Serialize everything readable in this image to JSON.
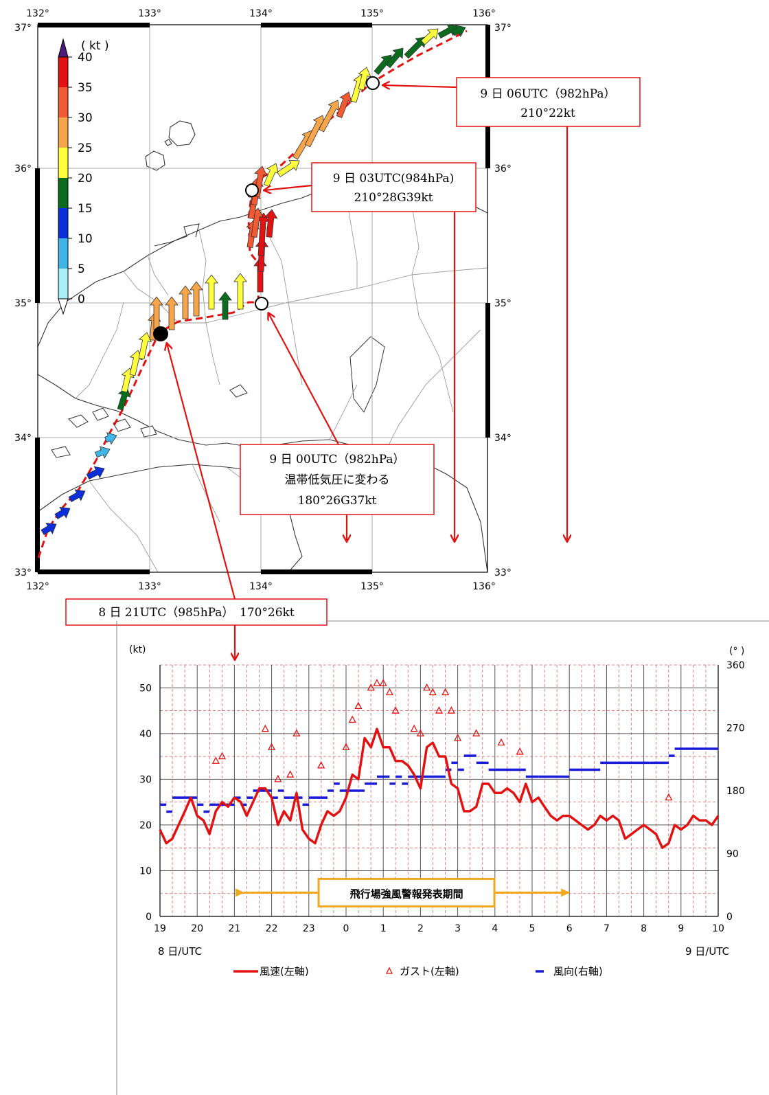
{
  "map": {
    "lon_ticks": [
      "132°",
      "133°",
      "134°",
      "135°",
      "136°"
    ],
    "lat_ticks": [
      "33°",
      "34°",
      "35°",
      "36°",
      "37°"
    ],
    "colorbar": {
      "unit": "( kt )",
      "levels": [
        "0",
        "5",
        "10",
        "15",
        "20",
        "25",
        "30",
        "35",
        "40"
      ],
      "colors": [
        "#a8f0f5",
        "#3fb4e6",
        "#0a2fd9",
        "#0a6b1e",
        "#ffff3d",
        "#f7a54a",
        "#f25a33",
        "#e31212"
      ],
      "over_color": "#4b1a7a",
      "under_color": "#ffffff"
    },
    "annotations": [
      {
        "line1": "9 日 06UTC（982hPa）",
        "line2": "210°22kt"
      },
      {
        "line1": "9 日 03UTC(984hPa)",
        "line2": "210°28G39kt"
      },
      {
        "line1": "9 日 00UTC（982hPa）",
        "line2": "温帯低気圧に変わる",
        "line3": "180°26G37kt"
      },
      {
        "line1": "8 日 21UTC（985hPa）　170°26kt"
      }
    ],
    "track_color": "#e31212"
  },
  "chart_data": {
    "type": "line",
    "x_tick_labels": [
      "19",
      "20",
      "21",
      "22",
      "23",
      "0",
      "1",
      "2",
      "3",
      "4",
      "5",
      "6",
      "7",
      "8",
      "9",
      "10"
    ],
    "ylabel_left": "(kt)",
    "ylabel_right": "(° )",
    "yticks_left": [
      "0",
      "10",
      "20",
      "30",
      "40",
      "50"
    ],
    "yticks_right": [
      "0",
      "90",
      "180",
      "270",
      "360"
    ],
    "ylim_left": [
      0,
      55
    ],
    "ylim_right": [
      0,
      360
    ],
    "x_caption_left": "8 日/UTC",
    "x_caption_right": "9 日/UTC",
    "warning_period_label": "飛行場強風警報発表期間",
    "warning_period": [
      21.25,
      30.0
    ],
    "legend": [
      {
        "name": "風速(左軸)",
        "color": "#e31212"
      },
      {
        "name": "ガスト(左軸)",
        "color": "#e31212"
      },
      {
        "name": "風向(右軸)",
        "color": "#1a1ad9"
      }
    ],
    "series": [
      {
        "name": "風速(左軸)",
        "color": "#e31212",
        "x": [
          19.0,
          19.17,
          19.33,
          19.5,
          19.67,
          19.83,
          20.0,
          20.17,
          20.33,
          20.5,
          20.67,
          20.83,
          21.0,
          21.17,
          21.33,
          21.5,
          21.67,
          21.83,
          22.0,
          22.17,
          22.33,
          22.5,
          22.67,
          22.83,
          23.0,
          23.17,
          23.33,
          23.5,
          23.67,
          23.83,
          24.0,
          24.17,
          24.33,
          24.5,
          24.67,
          24.83,
          25.0,
          25.17,
          25.33,
          25.5,
          25.67,
          25.83,
          26.0,
          26.17,
          26.33,
          26.5,
          26.67,
          26.83,
          27.0,
          27.17,
          27.33,
          27.5,
          27.67,
          27.83,
          28.0,
          28.17,
          28.33,
          28.5,
          28.67,
          28.83,
          29.0,
          29.17,
          29.33,
          29.5,
          29.67,
          29.83,
          30.0,
          30.17,
          30.33,
          30.5,
          30.67,
          30.83,
          31.0,
          31.17,
          31.33,
          31.5,
          31.67,
          31.83,
          32.0,
          32.17,
          32.33,
          32.5,
          32.67,
          32.83,
          33.0,
          33.17,
          33.33,
          33.5,
          33.67,
          33.83,
          34.0
        ],
        "values": [
          19,
          16,
          17,
          20,
          23,
          26,
          22,
          21,
          18,
          23,
          25,
          24,
          26,
          25,
          22,
          25,
          28,
          28,
          26,
          20,
          23,
          21,
          27,
          19,
          17,
          16,
          20,
          23,
          22,
          23,
          26,
          31,
          30,
          39,
          37,
          41,
          37,
          37,
          34,
          34,
          33,
          31,
          28,
          37,
          38,
          35,
          35,
          29,
          28,
          23,
          23,
          24,
          29,
          29,
          27,
          27,
          28,
          27,
          25,
          29,
          25,
          26,
          24,
          22,
          21,
          22,
          22,
          21,
          20,
          19,
          20,
          22,
          21,
          22,
          21,
          17,
          18,
          19,
          20,
          19,
          18,
          15,
          16,
          20,
          19,
          20,
          22,
          21,
          21,
          20,
          22
        ]
      },
      {
        "name": "ガスト(左軸)",
        "color": "#e31212",
        "points": [
          [
            20.5,
            34
          ],
          [
            20.67,
            35
          ],
          [
            21.83,
            41
          ],
          [
            22.0,
            37
          ],
          [
            22.17,
            30
          ],
          [
            22.5,
            31
          ],
          [
            22.67,
            40
          ],
          [
            23.33,
            33
          ],
          [
            24.0,
            37
          ],
          [
            24.17,
            43
          ],
          [
            24.33,
            46
          ],
          [
            24.67,
            50
          ],
          [
            24.83,
            51
          ],
          [
            25.0,
            51
          ],
          [
            25.17,
            49
          ],
          [
            25.33,
            45
          ],
          [
            25.83,
            41
          ],
          [
            26.0,
            40
          ],
          [
            26.17,
            50
          ],
          [
            26.33,
            49
          ],
          [
            26.5,
            45
          ],
          [
            26.67,
            49
          ],
          [
            26.83,
            45
          ],
          [
            27.0,
            39
          ],
          [
            27.5,
            40
          ],
          [
            28.17,
            38
          ],
          [
            28.67,
            36
          ],
          [
            32.67,
            26
          ]
        ]
      },
      {
        "name": "風向(右軸)",
        "color": "#1a1ad9",
        "segments": [
          [
            19.0,
            19.17,
            160
          ],
          [
            19.17,
            19.33,
            150
          ],
          [
            19.33,
            19.67,
            170
          ],
          [
            19.67,
            20.0,
            170
          ],
          [
            20.0,
            20.17,
            160
          ],
          [
            20.17,
            20.33,
            150
          ],
          [
            20.33,
            20.5,
            160
          ],
          [
            20.5,
            20.83,
            160
          ],
          [
            20.83,
            21.0,
            160
          ],
          [
            21.0,
            21.17,
            170
          ],
          [
            21.17,
            21.33,
            160
          ],
          [
            21.33,
            21.5,
            170
          ],
          [
            21.5,
            21.83,
            180
          ],
          [
            21.83,
            22.0,
            180
          ],
          [
            22.0,
            22.17,
            170
          ],
          [
            22.17,
            22.33,
            180
          ],
          [
            22.33,
            22.5,
            170
          ],
          [
            22.5,
            22.83,
            170
          ],
          [
            22.83,
            23.0,
            160
          ],
          [
            23.0,
            23.33,
            170
          ],
          [
            23.33,
            23.5,
            170
          ],
          [
            23.5,
            23.67,
            180
          ],
          [
            23.67,
            23.83,
            190
          ],
          [
            23.83,
            24.5,
            180
          ],
          [
            24.5,
            24.67,
            190
          ],
          [
            24.67,
            24.83,
            190
          ],
          [
            24.83,
            25.17,
            200
          ],
          [
            25.17,
            25.33,
            190
          ],
          [
            25.33,
            25.5,
            200
          ],
          [
            25.5,
            25.67,
            190
          ],
          [
            25.67,
            26.0,
            200
          ],
          [
            26.0,
            26.33,
            200
          ],
          [
            26.33,
            26.67,
            200
          ],
          [
            26.67,
            26.83,
            210
          ],
          [
            26.83,
            27.0,
            220
          ],
          [
            27.0,
            27.17,
            210
          ],
          [
            27.17,
            27.5,
            230
          ],
          [
            27.5,
            27.83,
            220
          ],
          [
            27.83,
            28.67,
            210
          ],
          [
            28.67,
            28.83,
            210
          ],
          [
            28.83,
            29.17,
            200
          ],
          [
            29.17,
            29.83,
            200
          ],
          [
            29.83,
            30.0,
            200
          ],
          [
            30.0,
            30.83,
            210
          ],
          [
            30.83,
            32.17,
            220
          ],
          [
            32.17,
            32.67,
            220
          ],
          [
            32.67,
            32.83,
            230
          ],
          [
            32.83,
            34.0,
            240
          ]
        ]
      }
    ]
  }
}
